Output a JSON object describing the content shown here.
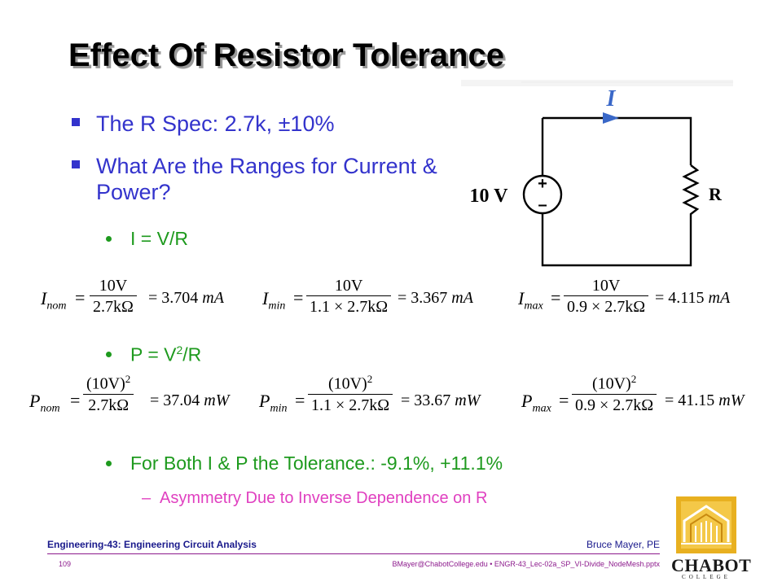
{
  "slide": {
    "title": "Effect Of Resistor Tolerance",
    "bullets": [
      {
        "text": "The R Spec: 2.7k, ±10%"
      },
      {
        "text": "What Are the Ranges for Current & Power?"
      }
    ],
    "sub_i": "I = V/R",
    "sub_p_prefix": "P = V",
    "sub_p_sup": "2",
    "sub_p_suffix": "/R",
    "sub_tol": "For Both I & P the Tolerance.: -9.1%, +11.1%",
    "subsub_dash": "–",
    "subsub_text": "Asymmetry Due to Inverse Dependence on R"
  },
  "circuit": {
    "current_label": "I",
    "source_label": "10 V",
    "plus": "+",
    "minus": "–",
    "resistor_label": "R"
  },
  "equations": {
    "i_nom": {
      "sym": "I",
      "sub": "nom",
      "num": "10V",
      "den": "2.7kΩ",
      "eq": "=",
      "val": "3.704",
      "unit": "mA"
    },
    "i_min": {
      "sym": "I",
      "sub": "min",
      "num": "10V",
      "den": "1.1 × 2.7kΩ",
      "eq": "=",
      "val": "3.367",
      "unit": "mA"
    },
    "i_max": {
      "sym": "I",
      "sub": "max",
      "num": "10V",
      "den": "0.9 × 2.7kΩ",
      "eq": "=",
      "val": "4.115",
      "unit": "mA"
    },
    "p_nom": {
      "sym": "P",
      "sub": "nom",
      "num": "(10V)",
      "sup": "2",
      "den": "2.7kΩ",
      "eq": "=",
      "val": "37.04",
      "unit": "mW"
    },
    "p_min": {
      "sym": "P",
      "sub": "min",
      "num": "(10V)",
      "sup": "2",
      "den": "1.1 × 2.7kΩ",
      "eq": "=",
      "val": "33.67",
      "unit": "mW"
    },
    "p_max": {
      "sym": "P",
      "sub": "max",
      "num": "(10V)",
      "sup": "2",
      "den": "0.9 × 2.7kΩ",
      "eq": "=",
      "val": "41.15",
      "unit": "mW"
    }
  },
  "footer": {
    "course": "Engineering-43: Engineering Circuit Analysis",
    "author": "Bruce Mayer, PE",
    "page": "109",
    "file": "BMayer@ChabotCollege.edu  •  ENGR-43_Lec-02a_SP_VI-Divide_NodeMesh.pptx"
  },
  "logo": {
    "name": "CHABOT",
    "sub": "COLLEGE"
  },
  "colors": {
    "bullet": "#3333cc",
    "sub": "#1e9a1e",
    "subsub": "#e040c0",
    "footer": "#1a1a8c",
    "logo_gold": "#e8b020"
  }
}
